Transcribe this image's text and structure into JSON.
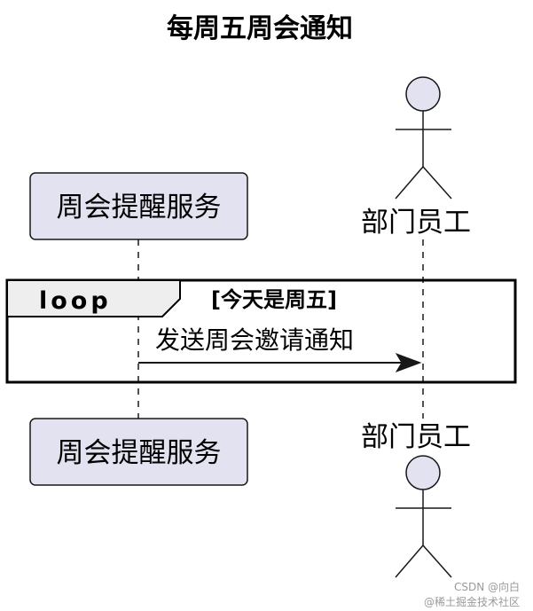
{
  "title": "每周五周会通知",
  "participants": {
    "service": {
      "label": "周会提醒服务"
    },
    "employee": {
      "label": "部门员工"
    }
  },
  "loop": {
    "keyword": "loop",
    "guard": "[今天是周五]"
  },
  "message": {
    "label": "发送周会邀请通知"
  },
  "watermark": {
    "line1": "CSDN @向白",
    "line2": "@稀土掘金技术社区"
  },
  "colors": {
    "participant_fill": "#e2e2f0",
    "participant_stroke": "#181818",
    "loop_header_fill": "#eeeeee",
    "lifeline": "#181818",
    "background": "#ffffff"
  }
}
